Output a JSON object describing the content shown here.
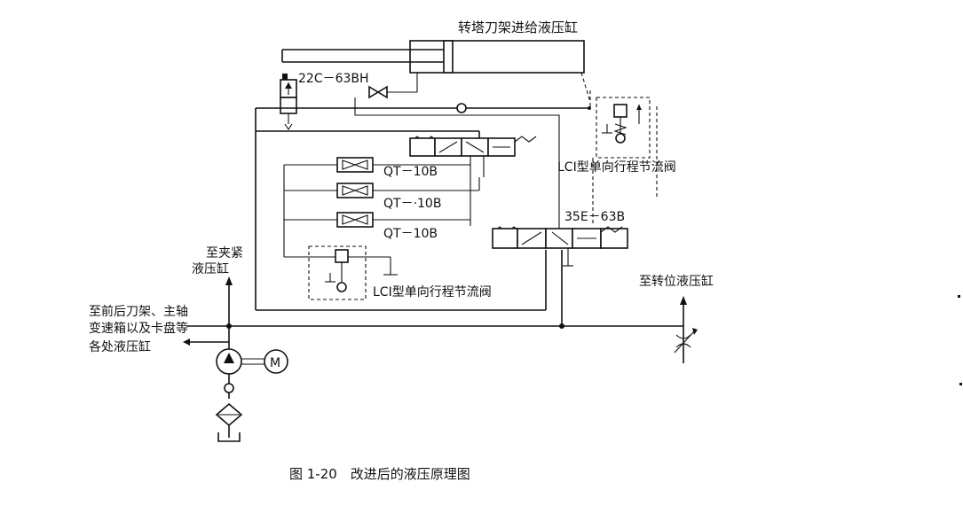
{
  "labels": {
    "turret_cylinder": "转塔刀架进给液压缸",
    "valve_22c": "22C－63BH",
    "valve_35e": "35E－63B",
    "throttle_1": "QT－10B",
    "throttle_2": "QT－·10B",
    "throttle_3": "QT－10B",
    "lci_upper": "LCI型单向行程节流阀",
    "lci_lower": "LCI型单向行程节流阀",
    "clamp_line1": "至夹紧",
    "clamp_line2": "液压缸",
    "front_line1": "至前后刀架、主轴",
    "front_line2": "变速箱以及卡盘等",
    "front_line3": "各处液压缸",
    "index_cyl": "至转位液压缸",
    "motor": "M",
    "caption": "图 1-20　改进后的液压原理图"
  }
}
